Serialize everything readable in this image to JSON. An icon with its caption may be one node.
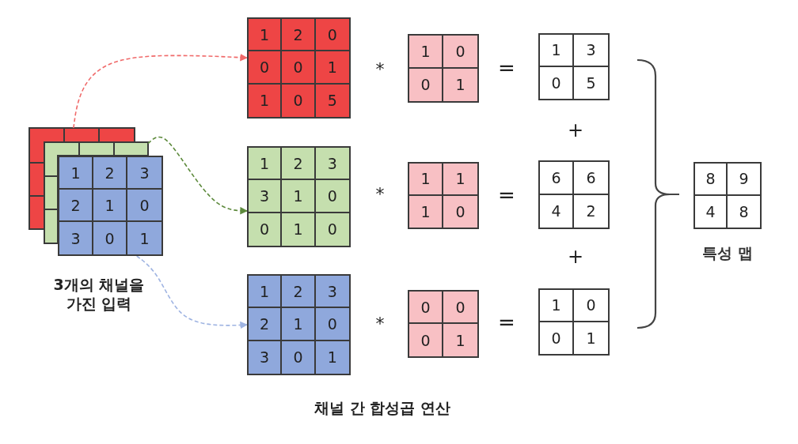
{
  "diagram": {
    "nodes": [
      {
        "text": [],
        "shape": "box"
      },
      {
        "text": [],
        "shape": "box"
      },
      {
        "text": [
          "1",
          "2",
          "3",
          "2",
          "1",
          "0",
          "3",
          "0",
          "1"
        ]
      },
      {
        "text": [
          "1",
          "2",
          "0",
          "0",
          "0",
          "1",
          "1",
          "0",
          "5"
        ]
      },
      {
        "text": [
          "1",
          "0",
          "0",
          "1"
        ]
      },
      {
        "text": [
          "1",
          "3",
          "0",
          "5"
        ]
      },
      {
        "text": [
          "1",
          "2",
          "3",
          "3",
          "1",
          "0",
          "0",
          "1",
          "0"
        ]
      },
      {
        "text": [
          "1",
          "1",
          "1",
          "0"
        ]
      },
      {
        "text": [
          "6",
          "6",
          "4",
          "2"
        ]
      },
      {
        "text": [
          "1",
          "2",
          "3",
          "2",
          "1",
          "0",
          "3",
          "0",
          "1"
        ]
      },
      {
        "text": [
          "0",
          "0",
          "0",
          "1"
        ]
      },
      {
        "text": [
          "1",
          "0",
          "0",
          "1"
        ]
      },
      {
        "text": [
          "8",
          "9",
          "4",
          "8"
        ],
        "beside": [
          "특성 맵"
        ]
      }
    ],
    "edges": [
      {
        "from": 0,
        "to": 3,
        "arrow": "to",
        "style": "dashed",
        "color": "#f06a6a"
      },
      {
        "from": 1,
        "to": 6,
        "arrow": "to",
        "style": "dashed",
        "color": "#5d8a3c"
      },
      {
        "from": 2,
        "to": 9,
        "arrow": "to",
        "style": "dashed",
        "color": "#9fb4e2"
      }
    ],
    "labels": [
      "*",
      "=",
      "+",
      "3개의 채널을 가진 입력",
      "*",
      "=",
      "+",
      "*",
      "=",
      "채널 간 합성곱 연산"
    ]
  }
}
